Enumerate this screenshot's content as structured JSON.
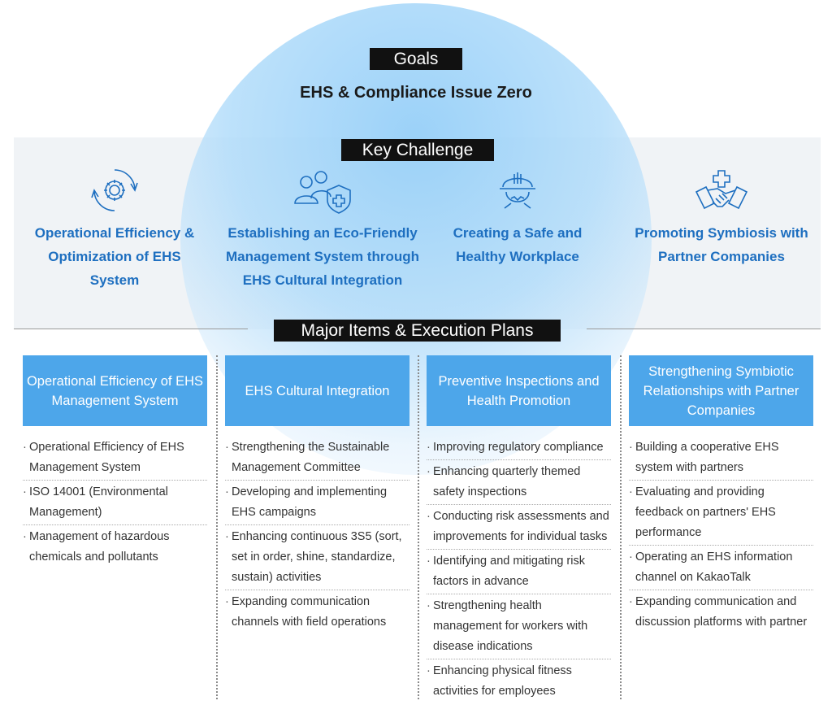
{
  "goals": {
    "label": "Goals",
    "text": "EHS & Compliance Issue Zero"
  },
  "key_challenge": {
    "label": "Key Challenge",
    "items": [
      {
        "icon": "gear-cycle-icon",
        "title": "Operational Efficiency & Optimization of EHS System"
      },
      {
        "icon": "people-shield-icon",
        "title": "Establishing an Eco-Friendly Management System through EHS Cultural Integration"
      },
      {
        "icon": "hard-hat-worker-icon",
        "title": "Creating a Safe and Healthy Workplace"
      },
      {
        "icon": "handshake-icon",
        "title": "Promoting Symbiosis with Partner Companies"
      }
    ]
  },
  "major_items": {
    "label": "Major Items & Execution Plans",
    "columns": [
      {
        "header": "Operational Efficiency of EHS Management System",
        "items": [
          "Operational Efficiency of EHS Management System",
          "ISO 14001 (Environmental Management)",
          "Management of hazardous chemicals and pollutants"
        ]
      },
      {
        "header": "EHS Cultural Integration",
        "items": [
          "Strengthening the Sustainable Management Committee",
          "Developing and implementing EHS campaigns",
          "Enhancing continuous 3S5 (sort, set in order, shine, standardize, sustain) activities",
          "Expanding communication channels with field operations"
        ]
      },
      {
        "header": "Preventive Inspections and Health Promotion",
        "items": [
          "Improving regulatory compliance",
          "Enhancing quarterly themed safety inspections",
          "Conducting risk assessments and improvements for individual tasks",
          "Identifying and mitigating risk factors in advance",
          "Strengthening health management for workers with disease indications",
          "Enhancing physical fitness activities for employees"
        ]
      },
      {
        "header": "Strengthening Symbiotic Relationships with Partner Companies",
        "items": [
          "Building a cooperative EHS system with partners",
          "Evaluating and providing feedback on partners' EHS performance",
          "Operating an EHS information channel on KakaoTalk",
          "Expanding communication and discussion platforms with partner"
        ]
      }
    ]
  },
  "colors": {
    "accent_blue": "#1e6fc0",
    "header_blue": "#4da6ea",
    "label_black": "#111111"
  }
}
